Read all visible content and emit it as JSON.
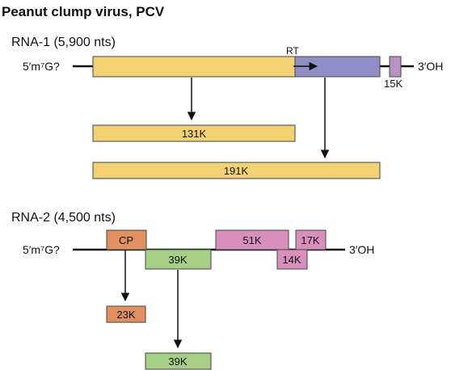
{
  "title": "Peanut clump virus, PCV",
  "rna1": {
    "heading": "RNA-1 (5,900 nts)",
    "five_prime": "5′m⁷G?",
    "three_prime": "3′OH",
    "rt_label": "RT",
    "orf_15k": "15K",
    "product_131k": "131K",
    "product_191k": "191K"
  },
  "rna2": {
    "heading": "RNA-2 (4,500 nts)",
    "five_prime": "5′m⁷G?",
    "three_prime": "3′OH",
    "cp": "CP",
    "orf_39k": "39K",
    "orf_51k": "51K",
    "orf_17k": "17K",
    "orf_14k": "14K",
    "product_23k": "23K",
    "product_39k": "39K"
  },
  "colors": {
    "yellow": "#f2d272",
    "purple": "#8f8fc6",
    "mauve": "#b893c2",
    "orange": "#e0915f",
    "green": "#a6cf85",
    "pink": "#d98fbb",
    "outline": "#444444",
    "line": "#111111"
  }
}
